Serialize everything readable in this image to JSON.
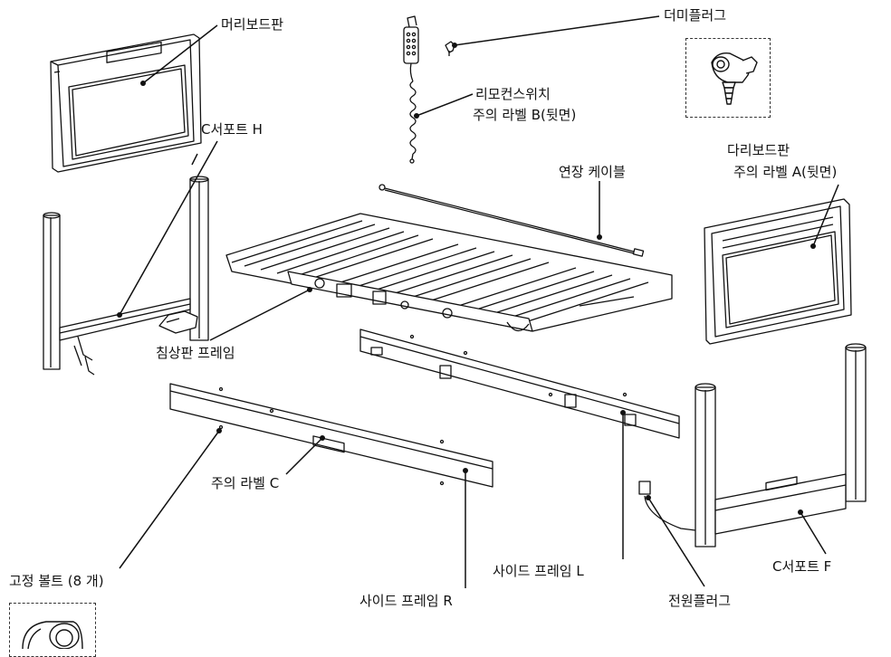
{
  "labels": {
    "headboard": "머리보드판",
    "dummy_plug": "더미플러그",
    "remote_line1": "리모컨스위치",
    "remote_line2": "주의 라벨  B(뒷면)",
    "support_h": "C서포트 H",
    "footboard_line1": "다리보드판",
    "footboard_line2": "주의 라벨  A(뒷면)",
    "extension_cable": "연장 케이블",
    "bed_frame": "침상판 프레임",
    "caution_c": "주의 라벨  C",
    "fixing_bolt": "고정 볼트  (8 개)",
    "side_frame_r": "사이드 프레임  R",
    "side_frame_l": "사이드 프레임  L",
    "support_f": "C서포트 F",
    "power_plug": "전원플러그"
  },
  "icons": {
    "dummy_plug_detail": "dummy-plug-icon",
    "bolt_detail": "bolt-icon"
  },
  "colors": {
    "line": "#111111",
    "fill": "#ffffff",
    "shade": "#d9d9d9"
  }
}
